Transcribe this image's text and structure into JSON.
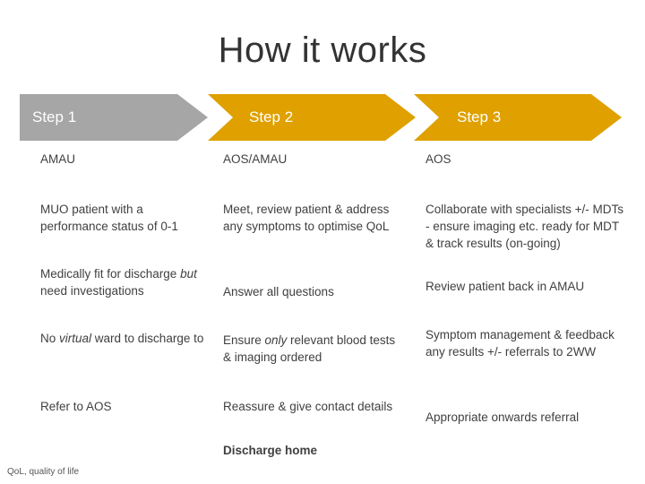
{
  "slide": {
    "title": "How it works",
    "footnote": "QoL, quality of life",
    "colors": {
      "step1_banner": "#a6a6a6",
      "step2_banner": "#dfa000",
      "step3_banner": "#dfa000",
      "title_text": "#333333",
      "body_text": "#404040"
    },
    "banners": [
      {
        "label": "Step 1"
      },
      {
        "label": "Step 2"
      },
      {
        "label": "Step 3"
      }
    ],
    "columns": [
      {
        "heading": "AMAU",
        "items": [
          "MUO patient with a performance status of 0-1",
          "Medically fit for discharge but need investigations",
          "No virtual ward to discharge to",
          "Refer to AOS"
        ]
      },
      {
        "heading": "AOS/AMAU",
        "items": [
          "Meet, review patient & address any symptoms to optimise QoL",
          "Answer all questions",
          "Ensure only relevant blood tests & imaging ordered",
          "Reassure & give contact details",
          "Discharge home"
        ]
      },
      {
        "heading": "AOS",
        "items": [
          "Collaborate with specialists +/- MDTs - ensure imaging etc. ready for MDT & track results (on-going)",
          "Review patient back in AMAU",
          "Symptom management & feedback any results +/- referrals to 2WW",
          "Appropriate onwards referral"
        ]
      }
    ]
  }
}
